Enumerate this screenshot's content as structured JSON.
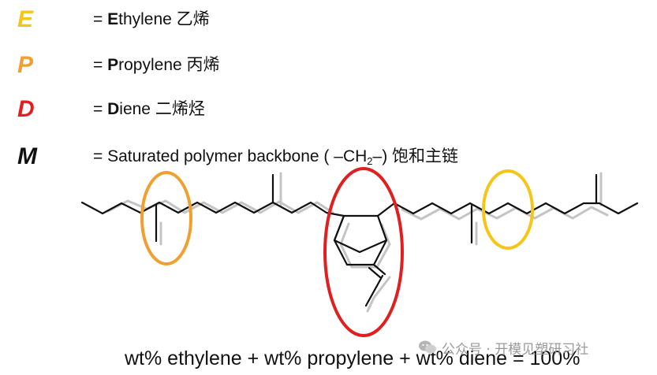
{
  "legend": [
    {
      "letter": "E",
      "color": "#f5c518",
      "sep": "= ",
      "initial": "E",
      "rest": "thylene 乙烯"
    },
    {
      "letter": "P",
      "color": "#f0a030",
      "sep": "= ",
      "initial": "P",
      "rest": "ropylene 丙烯"
    },
    {
      "letter": "D",
      "color": "#e02020",
      "sep": "= ",
      "initial": "D",
      "rest": "iene 二烯烃"
    }
  ],
  "backbone": {
    "letter": "M",
    "color": "#111111",
    "prefix": "= Saturated polymer backbone  ( –CH",
    "subscript": "2",
    "suffix": "–) 饱和主链"
  },
  "highlights": {
    "propylene_color": "#f0a030",
    "diene_color": "#e02020",
    "ethylene_color": "#f5c518"
  },
  "equation": "wt% ethylene + wt% propylene + wt% diene = 100%",
  "watermark": {
    "icon": "wechat-icon",
    "text": "公众号 · 开模见塑研习社"
  }
}
